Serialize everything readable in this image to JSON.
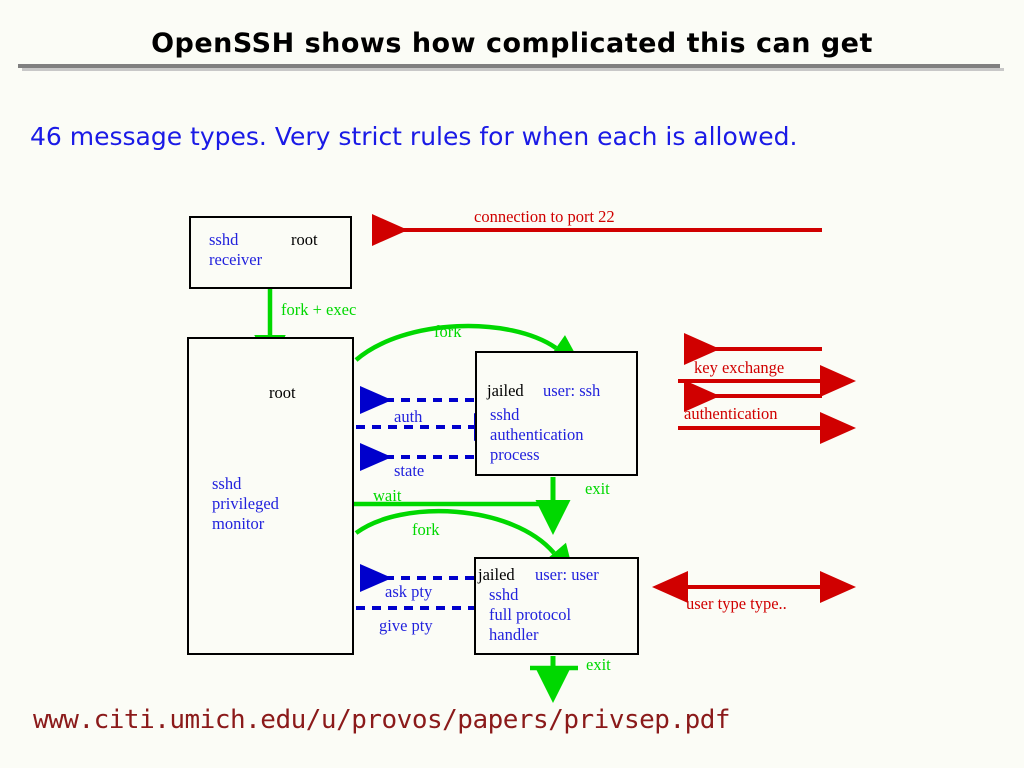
{
  "slide": {
    "title": "OpenSSH shows how complicated this can get",
    "subtitle": "46 message types.  Very strict rules for when each is allowed.",
    "footer_url": "www.citi.umich.edu/u/provos/papers/privsep.pdf"
  },
  "colors": {
    "background": "#fbfcf6",
    "title_text": "#000000",
    "subtitle_text": "#1a1ae6",
    "box_border": "#000000",
    "blue_text": "#2222dd",
    "black_text": "#000000",
    "green_arrow": "#00d800",
    "red_arrow": "#d00000",
    "blue_arrow": "#0000cc",
    "footer_text": "#8b1a1a",
    "rule": "#808080"
  },
  "diagram": {
    "boxes": [
      {
        "id": "receiver",
        "title_black": "root",
        "title_blue": "sshd",
        "line2": "receiver"
      },
      {
        "id": "monitor",
        "title_black": "root",
        "line1": "sshd",
        "line2": "privileged",
        "line3": "monitor"
      },
      {
        "id": "auth",
        "title_black": "jailed",
        "title_blue": "user: ssh",
        "line1": "sshd",
        "line2": "authentication",
        "line3": "process"
      },
      {
        "id": "handler",
        "title_black": "jailed",
        "title_blue": "user: user",
        "line1": "sshd",
        "line2": "full protocol",
        "line3": "handler"
      }
    ],
    "labels": {
      "connection": "connection to port 22",
      "fork_exec": "fork + exec",
      "fork_1": "fork",
      "auth": "auth",
      "state": "state",
      "wait": "wait",
      "exit_1": "exit",
      "fork_2": "fork",
      "ask_pty": "ask pty",
      "give_pty": "give pty",
      "exit_2": "exit",
      "key_exchange": "key exchange",
      "authentication": "authentication",
      "user_type": "user type type.."
    }
  }
}
